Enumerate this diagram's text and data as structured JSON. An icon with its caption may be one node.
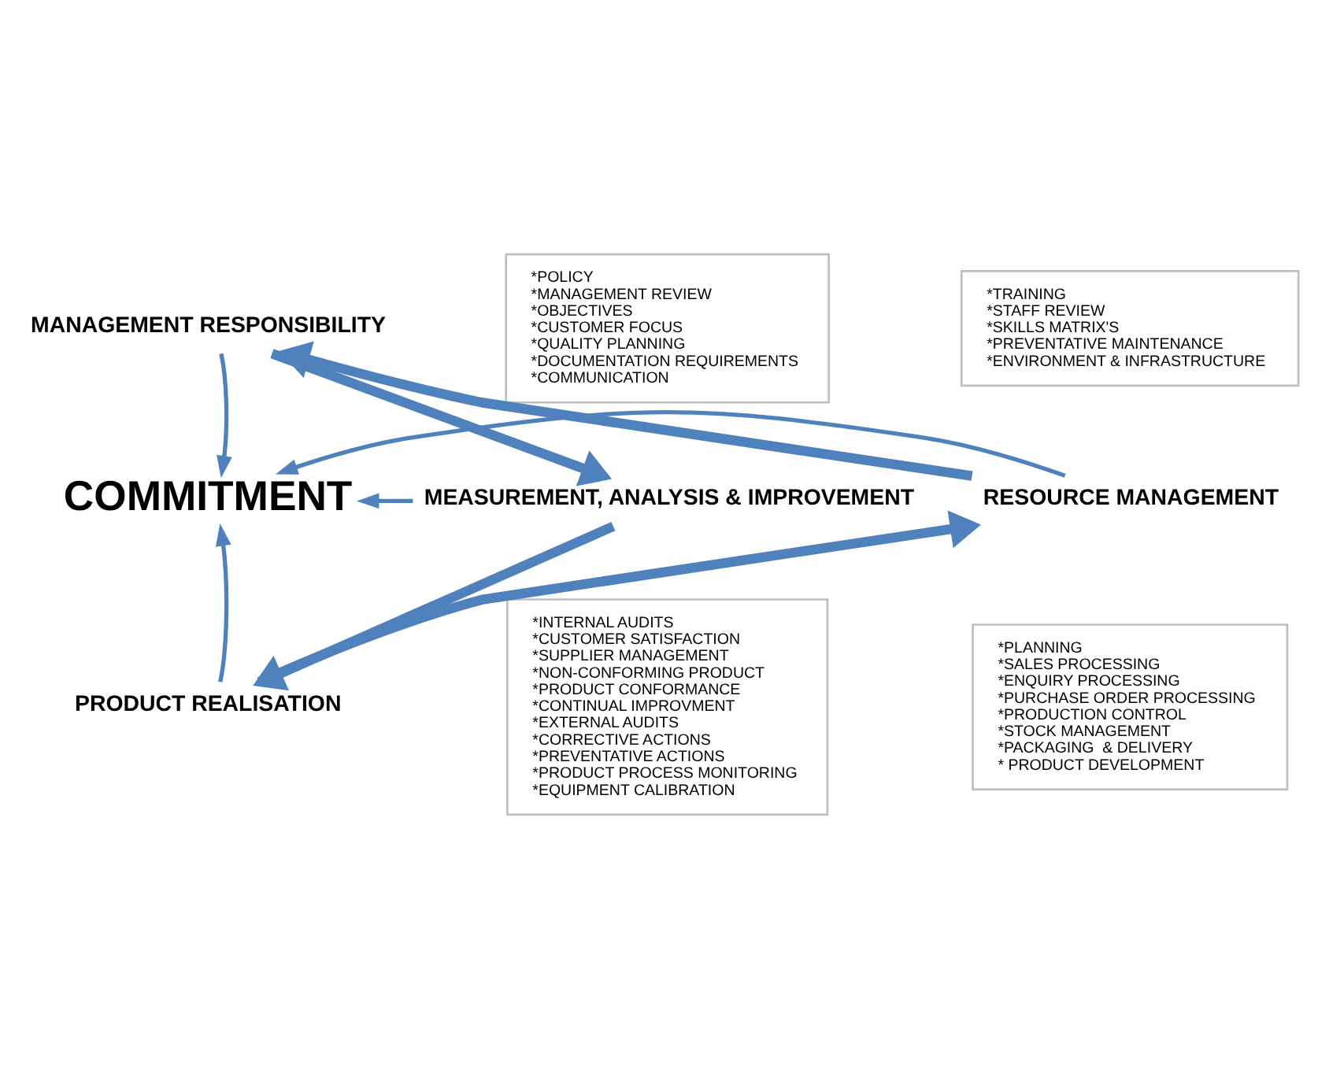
{
  "diagram": {
    "nodes": [
      {
        "text": [
          "MANAGEMENT RESPONSIBILITY"
        ]
      },
      {
        "text": [
          "*TRAINING",
          "*STAFF REVIEW",
          "*SKILLS MATRIX'S",
          "*PREVENTATIVE MAINTENANCE",
          "*ENVIRONMENT & INFRASTRUCTURE"
        ]
      },
      {
        "text": [
          "*POLICY",
          "*MANAGEMENT REVIEW",
          "*OBJECTIVES",
          "*CUSTOMER FOCUS",
          "*QUALITY PLANNING",
          "*DOCUMENTATION REQUIREMENTS",
          "*COMMUNICATION"
        ]
      },
      {
        "text": [
          "RESOURCE MANAGEMENT"
        ]
      },
      {
        "text": [
          "COMMITMENT"
        ]
      },
      {
        "text": [
          "MEASUREMENT, ANALYSIS & IMPROVEMENT"
        ]
      },
      {
        "text": [
          "*PLANNING",
          "*SALES PROCESSING",
          "*ENQUIRY PROCESSING",
          "*PURCHASE ORDER PROCESSING",
          "*PRODUCTION CONTROL",
          "*STOCK MANAGEMENT",
          "*PACKAGING  & DELIVERY",
          "* PRODUCT DEVELOPMENT"
        ]
      },
      {
        "text": [
          "*INTERNAL AUDITS",
          "*CUSTOMER SATISFACTION",
          "*SUPPLIER MANAGEMENT",
          "*NON-CONFORMING PRODUCT",
          "*PRODUCT CONFORMANCE",
          "*CONTINUAL IMPROVMENT",
          "*EXTERNAL AUDITS",
          "*CORRECTIVE ACTIONS",
          "*PREVENTATIVE ACTIONS",
          "*PRODUCT PROCESS MONITORING",
          "*EQUIPMENT CALIBRATION"
        ]
      },
      {
        "text": [
          "PRODUCT REALISATION"
        ]
      }
    ],
    "edges": [
      {
        "from": 3,
        "to": 0,
        "arrow": "to",
        "style": "thick"
      },
      {
        "from": 0,
        "to": 5,
        "arrow": "to",
        "style": "thick"
      },
      {
        "from": 5,
        "to": 8,
        "arrow": "to",
        "style": "thick"
      },
      {
        "from": 8,
        "to": 3,
        "arrow": "to",
        "style": "thick"
      },
      {
        "from": 0,
        "to": 4,
        "arrow": "to"
      },
      {
        "from": 3,
        "to": 4,
        "arrow": "to"
      },
      {
        "from": 5,
        "to": 4,
        "arrow": "to"
      },
      {
        "from": 8,
        "to": 4,
        "arrow": "to"
      }
    ]
  }
}
